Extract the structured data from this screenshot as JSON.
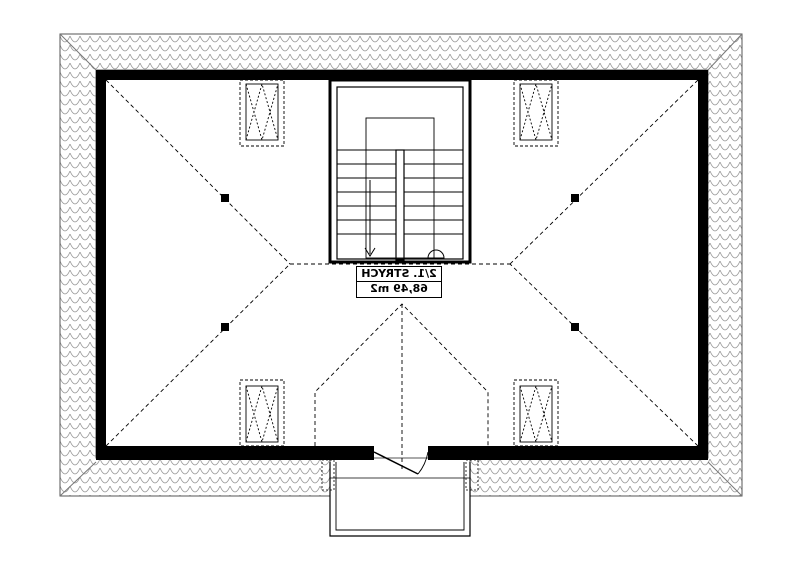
{
  "room": {
    "name": "2/1. STRYCH",
    "area": "68,49 m2"
  },
  "colors": {
    "ink": "#000000",
    "paper": "#ffffff",
    "tile_outline": "#9a9a9a"
  },
  "icons": [
    "roof-tiles",
    "skylight-window",
    "stair-run",
    "door-swing",
    "chimney-dot"
  ]
}
